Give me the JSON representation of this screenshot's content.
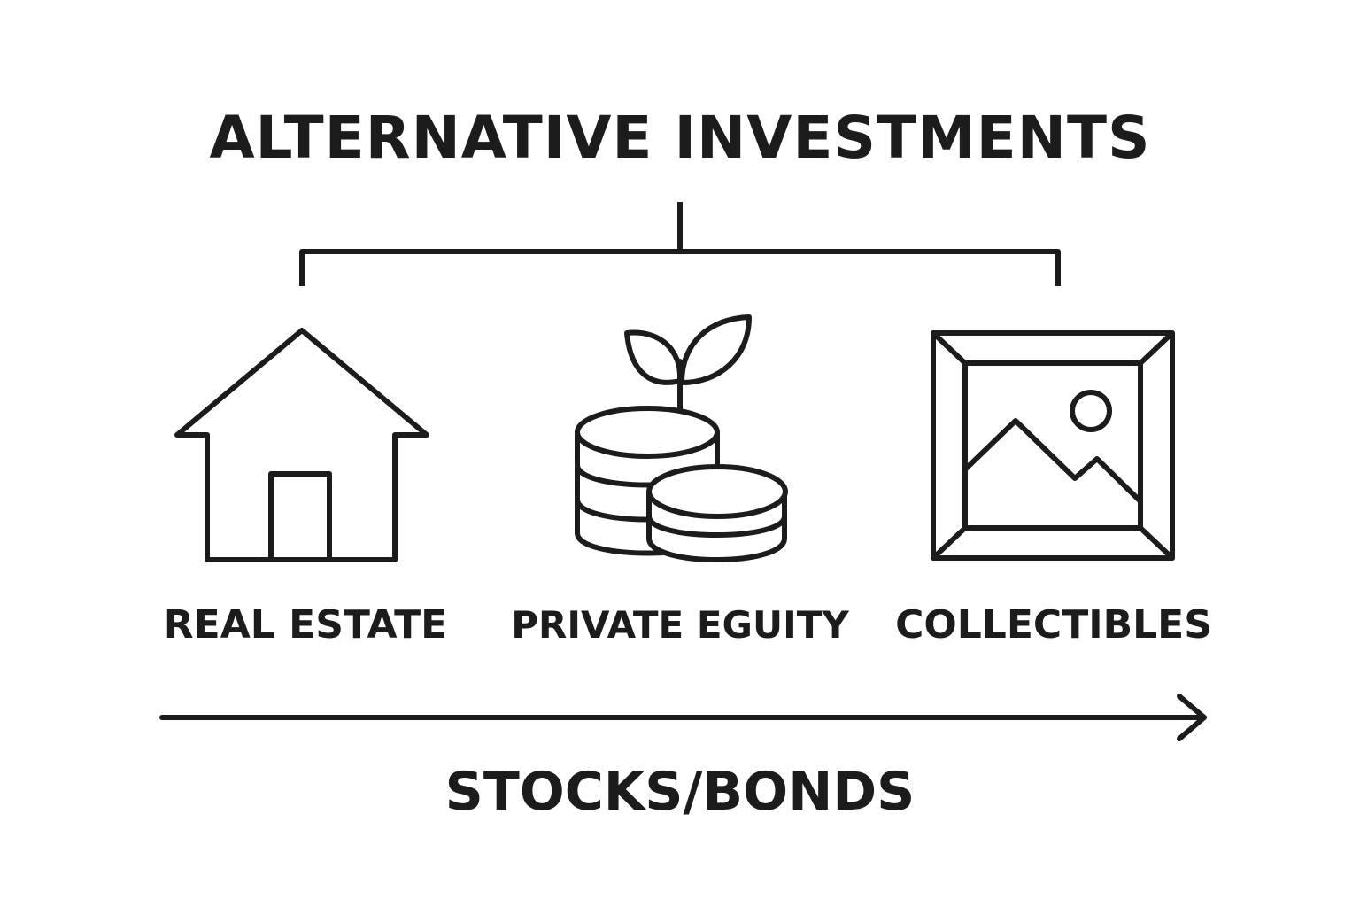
{
  "diagram": {
    "title": "ALTERNATIVE INVESTMENTS",
    "categories": [
      {
        "label": "REAL ESTATE",
        "icon": "house-icon"
      },
      {
        "label": "PRIVATE EGUITY",
        "icon": "coins-sprout-icon"
      },
      {
        "label": "COLLECTIBLES",
        "icon": "framed-picture-icon"
      }
    ],
    "bottom_label": "STOCKS/BONDS",
    "colors": {
      "stroke": "#1c1c1c",
      "background": "#ffffff"
    }
  }
}
